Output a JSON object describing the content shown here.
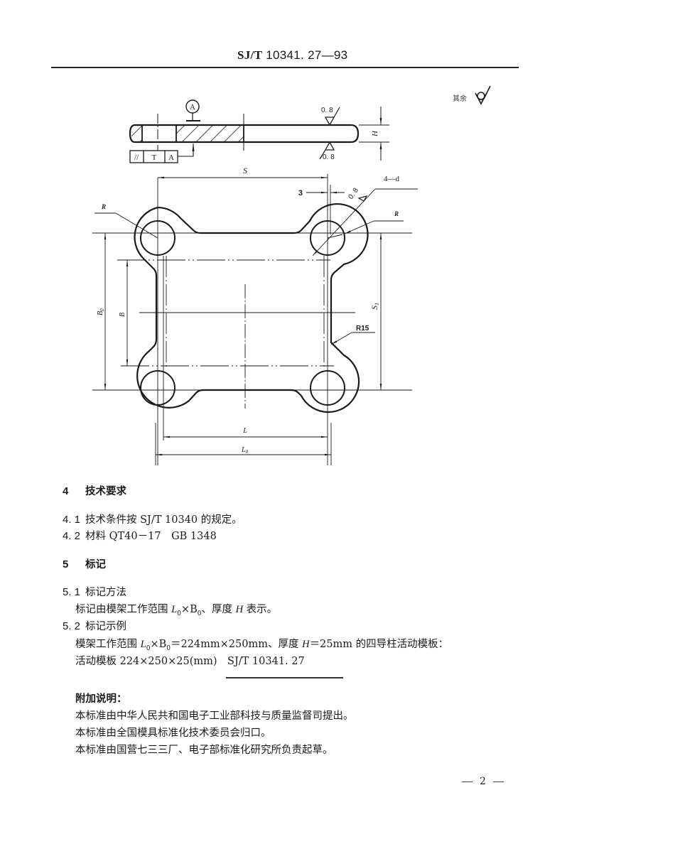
{
  "header": {
    "standard_code": "SJ/T 10341. 27—93",
    "code_prefix": "SJ/T",
    "code_number": "10341. 27—93"
  },
  "drawing": {
    "surface_note": {
      "label": "其余",
      "symbol": "not-machined-surface-symbol"
    },
    "side_view": {
      "datum_label": "A",
      "roughness_top": "0. 8",
      "roughness_bottom": "0. 8",
      "thickness_label": "H",
      "tolerance_frame": {
        "symbol": "//",
        "value": "T",
        "datum": "A"
      }
    },
    "plan_view": {
      "dim_S": "S",
      "dim_3": "3",
      "roughness_hole": "0. 8",
      "hole_callout": "4—d",
      "radius_left": "R",
      "radius_right": "R",
      "radius_fillet": "R15",
      "dim_B0": "B0",
      "dim_B": "B",
      "dim_S1": "S1",
      "dim_L": "L",
      "dim_L0": "L0"
    }
  },
  "sections": [
    {
      "number": "4",
      "title": "技术要求"
    },
    {
      "number": "4. 1",
      "text": "技术条件按 SJ/T 10340 的规定。"
    },
    {
      "number": "4. 2",
      "text": "材料 QT40－17　GB 1348"
    },
    {
      "number": "5",
      "title": "标记"
    },
    {
      "number": "5. 1",
      "title": "标记方法"
    },
    {
      "text_a": "标记由模架工作范围 ",
      "var_L0": "L",
      "sub0": "0",
      "x": "×B",
      "sub1": "0",
      "text_b": "、厚度 ",
      "var_H": "H",
      "text_c": " 表示。"
    },
    {
      "number": "5. 2",
      "title": "标记示例"
    },
    {
      "text_a": "模架工作范围 ",
      "var_L0": "L",
      "sub0": "0",
      "x": "×B",
      "sub1": "0",
      "text_b": "＝224mm×250mm、厚度 ",
      "var_H": "H",
      "text_c": "＝25mm 的四导柱活动模板："
    },
    {
      "text": "活动模板 224×250×25(mm)　SJ/T 10341. 27"
    }
  ],
  "appendix": {
    "title": "附加说明：",
    "lines": [
      "本标准由中华人民共和国电子工业部科技与质量监督司提出。",
      "本标准由全国模具标准化技术委员会归口。",
      "本标准由国营七三三厂、电子部标准化研究所负责起草。"
    ]
  },
  "footer": {
    "page_number": "2"
  }
}
